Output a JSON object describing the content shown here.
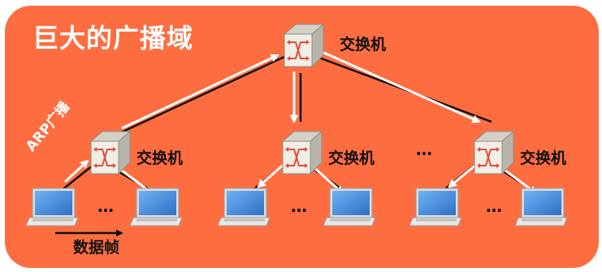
{
  "title": "巨大的广播域",
  "switch_label": "交换机",
  "ellipsis": "…",
  "arp_label": "ARP广播",
  "frame_label": "数据帧",
  "colors": {
    "background": "#fe6d40",
    "switch_body": "#f1eee6",
    "switch_arrows": "#e14c3c",
    "broadcast_arrow": "#ffffff",
    "link": "#111111",
    "laptop_screen": "#4a8fe0"
  }
}
